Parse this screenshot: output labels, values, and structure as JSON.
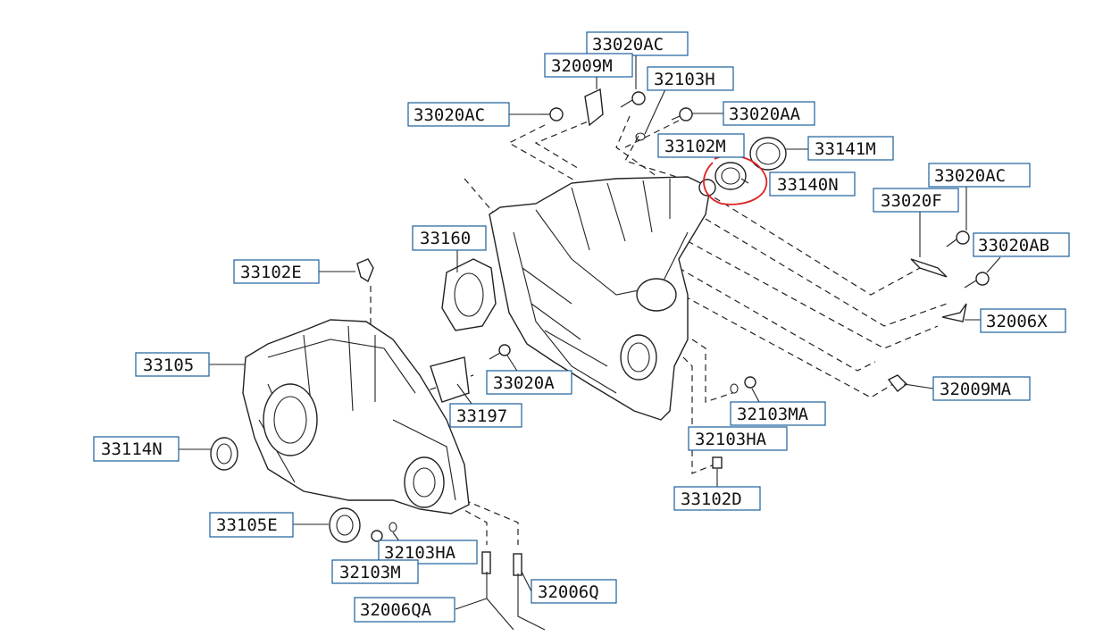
{
  "labels": {
    "l33020AC_top": "33020AC",
    "l32009M": "32009M",
    "l32103H": "32103H",
    "l33020AC_left": "33020AC",
    "l33020AA": "33020AA",
    "l33102M": "33102M",
    "l33141M": "33141M",
    "l33140N": "33140N",
    "l33020AC_right": "33020AC",
    "l33020F": "33020F",
    "l33020AB": "33020AB",
    "l33160": "33160",
    "l33102E": "33102E",
    "l32006X": "32006X",
    "l33105": "33105",
    "l33020A": "33020A",
    "l32009MA": "32009MA",
    "l33197": "33197",
    "l32103MA": "32103MA",
    "l32103HA_right": "32103HA",
    "l33114N": "33114N",
    "l33102D": "33102D",
    "l33105E": "33105E",
    "l32103HA_bottom": "32103HA",
    "l32103M": "32103M",
    "l32006Q": "32006Q",
    "l32006QA": "32006QA"
  },
  "highlight": {
    "color": "#e02020",
    "part": "33140N"
  },
  "colors": {
    "label_box_border": "#1a5f9c",
    "line": "#222222"
  }
}
